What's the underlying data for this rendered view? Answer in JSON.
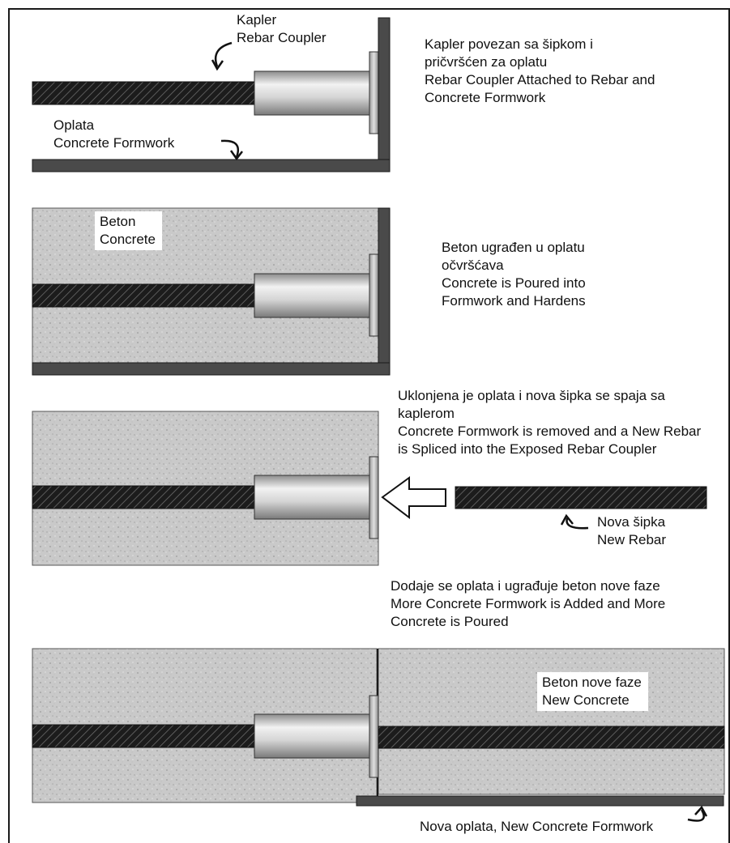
{
  "colors": {
    "frame": "#1a1a1a",
    "formwork": "#4a4a4a",
    "concrete": "#c9c9c9",
    "rebar": "#1c1c1c",
    "coupler_light": "#f2f2f2",
    "coupler_dark": "#8c8c8c"
  },
  "icons": [
    "curved-arrow-icon",
    "hollow-arrow-icon"
  ],
  "panel1": {
    "coupler_label": [
      "Kapler",
      "Rebar Coupler"
    ],
    "formwork_label": [
      "Oplata",
      "Concrete Formwork"
    ],
    "description": [
      "Kapler povezan sa šipkom i",
      "pričvršćen za oplatu",
      "Rebar Coupler Attached to Rebar and",
      "Concrete Formwork"
    ]
  },
  "panel2": {
    "concrete_label": [
      "Beton",
      "Concrete"
    ],
    "description": [
      "Beton ugrađen u oplatu",
      "očvršćava",
      "Concrete is Poured into",
      "Formwork and Hardens"
    ]
  },
  "panel3": {
    "description": [
      "Uklonjena je oplata i nova šipka se spaja sa",
      "kaplerom",
      "Concrete Formwork is removed and a New Rebar",
      "is Spliced into the Exposed Rebar Coupler"
    ],
    "new_rebar_label": [
      "Nova šipka",
      "New Rebar"
    ]
  },
  "panel4": {
    "description": [
      "Dodaje se oplata i ugrađuje beton nove faze",
      "More Concrete Formwork is Added and More",
      "Concrete is Poured"
    ],
    "new_concrete_label": [
      "Beton nove faze",
      "New Concrete"
    ],
    "new_formwork_label": "Nova oplata, New Concrete Formwork"
  }
}
